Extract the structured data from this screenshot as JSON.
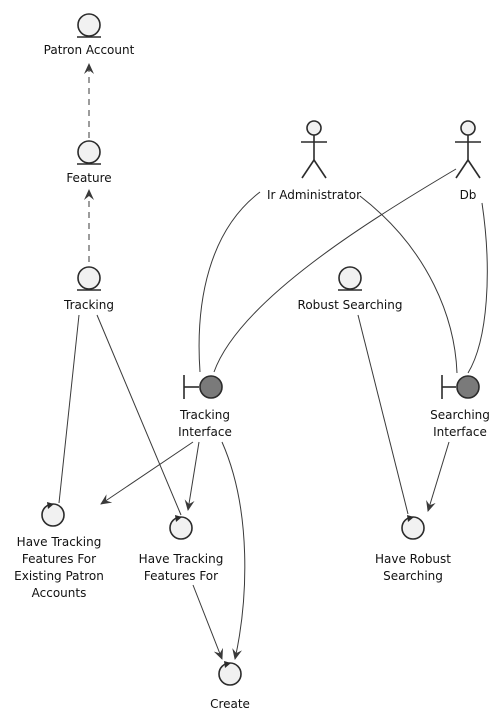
{
  "diagram": {
    "entities": {
      "patron_account": "Patron Account",
      "feature": "Feature",
      "tracking": "Tracking",
      "robust_searching": "Robust Searching"
    },
    "actors": {
      "ir_administrator": "Ir Administrator",
      "db": "Db"
    },
    "boundaries": {
      "tracking_interface": [
        "Tracking",
        "Interface"
      ],
      "searching_interface": [
        "Searching",
        "Interface"
      ]
    },
    "controls": {
      "have_tracking_existing": [
        "Have Tracking",
        "Features For",
        "Existing Patron",
        "Accounts"
      ],
      "have_tracking_for": [
        "Have Tracking",
        "Features For"
      ],
      "have_robust_searching": [
        "Have Robust",
        "Searching"
      ],
      "create": "Create"
    },
    "colors": {
      "shape_fill": "#f1f1f1",
      "boundary_fill": "#7a7a7a",
      "stroke": "#2b2b2b",
      "line": "#3a3a3a"
    }
  }
}
